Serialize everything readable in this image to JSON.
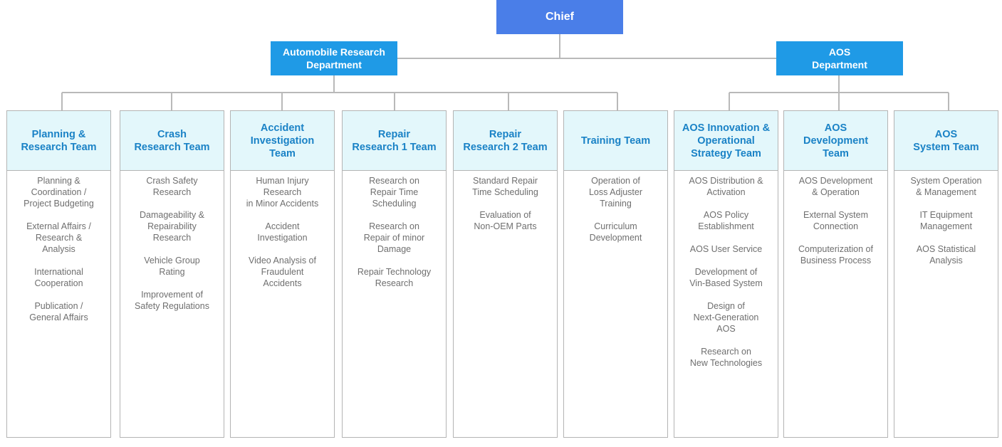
{
  "chief": "Chief",
  "departments": {
    "auto": "Automobile Research\nDepartment",
    "aos": "AOS\nDepartment"
  },
  "teams": [
    {
      "name": "Planning &\nResearch Team",
      "items": [
        "Planning &\nCoordination /\nProject Budgeting",
        "External Affairs /\nResearch &\nAnalysis",
        "International\nCooperation",
        "Publication /\nGeneral Affairs"
      ]
    },
    {
      "name": "Crash\nResearch Team",
      "items": [
        "Crash Safety\nResearch",
        "Damageability &\nRepairability\nResearch",
        "Vehicle Group\nRating",
        "Improvement of\nSafety Regulations"
      ]
    },
    {
      "name": "Accident\nInvestigation\nTeam",
      "items": [
        "Human Injury\nResearch\nin Minor Accidents",
        "Accident\nInvestigation",
        "Video Analysis of\nFraudulent\nAccidents"
      ]
    },
    {
      "name": "Repair\nResearch 1 Team",
      "items": [
        "Research on\nRepair Time\nScheduling",
        "Research on\nRepair of minor\nDamage",
        "Repair Technology\nResearch"
      ]
    },
    {
      "name": "Repair\nResearch 2 Team",
      "items": [
        "Standard Repair\nTime Scheduling",
        "Evaluation of\nNon-OEM Parts"
      ]
    },
    {
      "name": "Training Team",
      "items": [
        "Operation of\nLoss Adjuster\nTraining",
        "Curriculum\nDevelopment"
      ]
    },
    {
      "name": "AOS Innovation &\nOperational\nStrategy Team",
      "items": [
        "AOS Distribution &\nActivation",
        "AOS Policy\nEstablishment",
        "AOS User Service",
        "Development of\nVin-Based System",
        "Design of\nNext-Generation\nAOS",
        "Research on\nNew Technologies"
      ]
    },
    {
      "name": "AOS\nDevelopment\nTeam",
      "items": [
        "AOS Development\n& Operation",
        "External System\nConnection",
        "Computerization of\nBusiness Process"
      ]
    },
    {
      "name": "AOS\nSystem Team",
      "items": [
        "System Operation\n& Management",
        "IT Equipment\nManagement",
        "AOS Statistical\nAnalysis"
      ]
    }
  ],
  "colors": {
    "chief_bg": "#4a7ee8",
    "dept_bg": "#1f9ae6",
    "team_head_bg": "#e3f7fb",
    "team_title": "#1a82c6",
    "item_text": "#6f6f6f",
    "connector": "#b9b9b9"
  }
}
